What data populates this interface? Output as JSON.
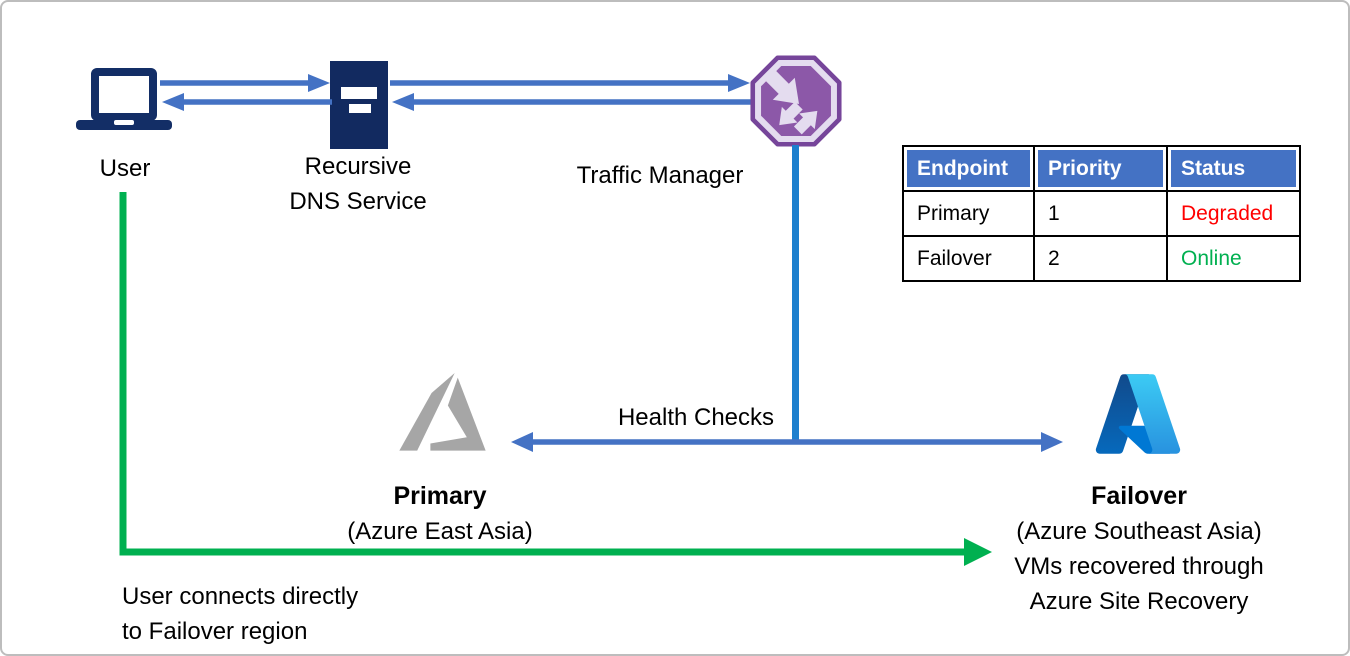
{
  "diagram": {
    "nodes": {
      "user": {
        "label": "User",
        "icon": "laptop-icon"
      },
      "dns": {
        "label_line1": "Recursive",
        "label_line2": "DNS Service",
        "icon": "server-icon"
      },
      "traffic_manager": {
        "label": "Traffic Manager",
        "icon": "traffic-manager-octagon-icon"
      },
      "primary": {
        "title": "Primary",
        "subtitle": "(Azure East Asia)",
        "icon": "azure-logo-gray-icon"
      },
      "failover": {
        "title": "Failover",
        "subtitle": "(Azure Southeast Asia)",
        "line2": "VMs recovered through",
        "line3": "Azure Site Recovery",
        "icon": "azure-logo-blue-icon"
      }
    },
    "labels": {
      "health_checks": "Health Checks",
      "user_connects_line1": "User connects directly",
      "user_connects_line2": "to Failover region"
    },
    "colors": {
      "arrow_blue": "#4472C4",
      "health_check_line_blue": "#1D7FCE",
      "direct_connect_green": "#00B050",
      "device_navy": "#132E66",
      "traffic_manager_purple": "#8C58A8",
      "traffic_manager_purple_dark": "#76459A",
      "traffic_manager_lavender": "#E4DCEF",
      "azure_gray": "#A6A6A6",
      "table_header_blue": "#4472C4",
      "status_degraded_red": "#FF0000",
      "status_online_green": "#00B050"
    }
  },
  "table": {
    "headers": [
      "Endpoint",
      "Priority",
      "Status"
    ],
    "rows": [
      {
        "endpoint": "Primary",
        "priority": "1",
        "status": "Degraded",
        "status_style": "color:#FF0000"
      },
      {
        "endpoint": "Failover",
        "priority": "2",
        "status": "Online",
        "status_style": "color:#00B050"
      }
    ]
  }
}
